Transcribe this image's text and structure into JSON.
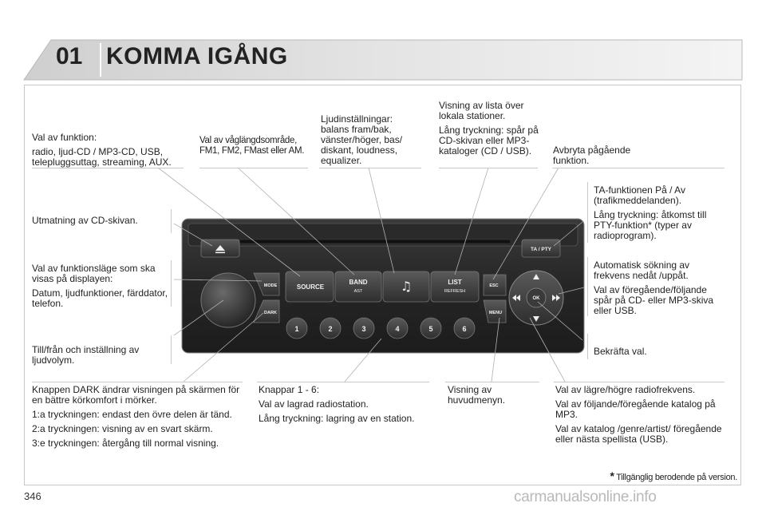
{
  "chapter": {
    "number": "01",
    "title": "KOMMA IGÅNG"
  },
  "page_number": "346",
  "footnote": {
    "star": "*",
    "text": "Tillgänglig berodende på version."
  },
  "watermark": "carmanualsonline.info",
  "radio_buttons": {
    "source": "SOURCE",
    "band": "BAND",
    "band_sub": "AST",
    "list": "LIST",
    "list_sub": "REFRESH",
    "mode": "MODE",
    "dark": "DARK",
    "esc": "ESC",
    "menu": "MENU",
    "ok": "OK",
    "ta_pty": "TA / PTY",
    "presets": [
      "1",
      "2",
      "3",
      "4",
      "5",
      "6"
    ]
  },
  "labels": {
    "funktion": {
      "title": "Val av funktion:",
      "text": "radio, ljud-CD / MP3-CD, USB, telepluggsuttag, streaming, AUX."
    },
    "vaglangd": {
      "text": "Val av våglängdsområde, FM1, FM2, FMast eller AM."
    },
    "ljud": {
      "text": "Ljudinställningar: balans fram/bak, vänster/höger, bas/ diskant, loudness, equalizer."
    },
    "lista": {
      "p1": "Visning av lista över lokala stationer.",
      "p2": "Lång tryckning: spår på CD-skivan eller MP3-kataloger (CD / USB)."
    },
    "avbryta": {
      "text": "Avbryta pågående funktion."
    },
    "ta": {
      "p1": "TA-funktionen På / Av (trafikmeddelanden).",
      "p2": "Lång tryckning: åtkomst till PTY-funktion* (typer av radioprogram)."
    },
    "utmatning": {
      "text": "Utmatning av CD-skivan."
    },
    "mode": {
      "p1": "Val av funktionsläge som ska visas på displayen:",
      "p2": "Datum, ljudfunktioner, färddator, telefon."
    },
    "automatisk": {
      "p1": "Automatisk sökning av frekvens nedåt /uppåt.",
      "p2": "Val av föregående/följande spår på CD- eller MP3-skiva eller USB."
    },
    "tillfran": {
      "text": "Till/från och inställning av ljudvolym."
    },
    "bekrafta": {
      "text": "Bekräfta val."
    },
    "dark": {
      "p1": "Knappen DARK ändrar visningen på skärmen för en bättre körkomfort i mörker.",
      "p2": "1:a tryckningen: endast den övre delen är tänd.",
      "p3": "2:a tryckningen: visning av en svart skärm.",
      "p4": "3:e tryckningen: återgång till normal visning."
    },
    "knappar": {
      "p1": "Knappar 1 - 6:",
      "p2": "Val av lagrad radiostation.",
      "p3": "Lång tryckning: lagring av en station."
    },
    "huvudmeny": {
      "text": "Visning av huvudmenyn."
    },
    "lagre": {
      "p1": "Val av lägre/högre radiofrekvens.",
      "p2": "Val av följande/föregående katalog på MP3.",
      "p3": "Val av katalog /genre/artist/ föregående eller nästa spellista (USB)."
    }
  }
}
